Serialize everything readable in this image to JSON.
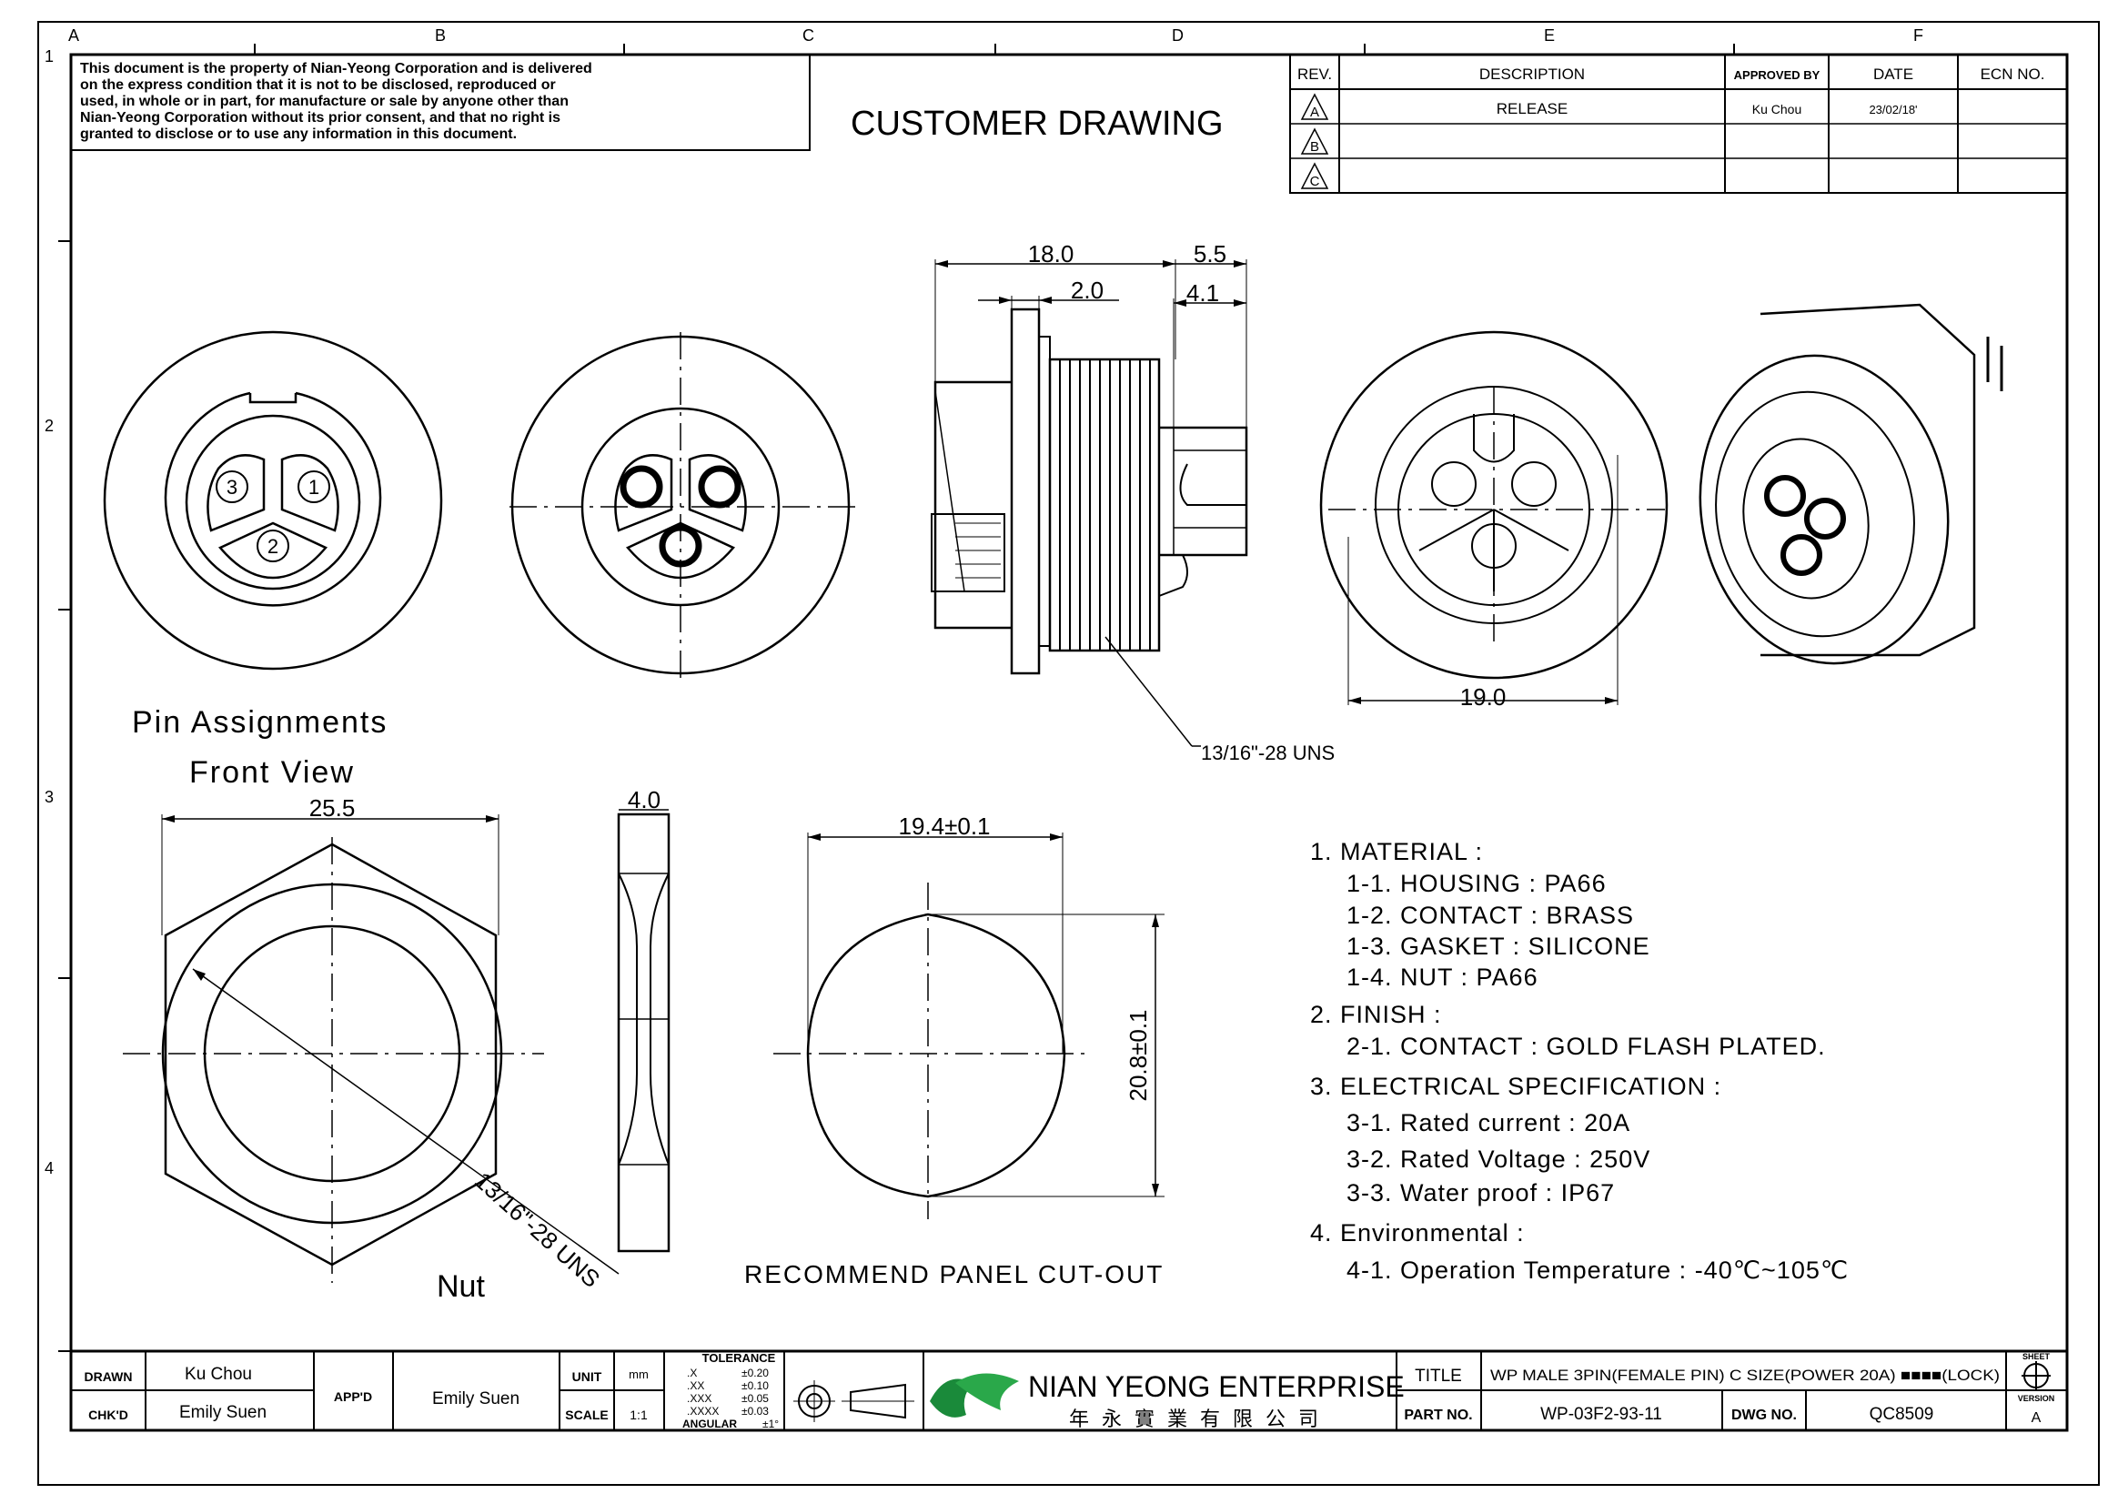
{
  "notice": {
    "lines": [
      "This document is the property of Nian-Yeong Corporation and is delivered",
      "on the express condition that it is not to be disclosed, reproduced or",
      "used, in whole or in part, for manufacture or sale by anyone other than",
      "Nian-Yeong Corporation without its prior consent, and that no right is",
      "granted to disclose or to use any information in this document."
    ]
  },
  "drawing_title": "CUSTOMER DRAWING",
  "grid": {
    "columns": [
      "A",
      "B",
      "C",
      "D",
      "E",
      "F"
    ],
    "rows": [
      "1",
      "2",
      "3",
      "4"
    ]
  },
  "revision_table": {
    "headers": [
      "REV.",
      "DESCRIPTION",
      "APPROVED BY",
      "DATE",
      "ECN NO."
    ],
    "rows": [
      {
        "rev": "A",
        "description": "RELEASE",
        "approved_by": "Ku Chou",
        "date": "23/02/18'",
        "ecn": ""
      },
      {
        "rev": "B",
        "description": "",
        "approved_by": "",
        "date": "",
        "ecn": ""
      },
      {
        "rev": "C",
        "description": "",
        "approved_by": "",
        "date": "",
        "ecn": ""
      }
    ]
  },
  "pin_view": {
    "pins": [
      "1",
      "2",
      "3"
    ],
    "label_line1": "Pin Assignments",
    "label_line2": "Front View"
  },
  "side_view": {
    "dim_overall": "18.0",
    "dim_flange": "2.0",
    "dim_right": "5.5",
    "dim_right_inner": "4.1",
    "thread_callout": "13/16\"-28 UNS"
  },
  "rear_view": {
    "dim_diameter": "19.0"
  },
  "nut": {
    "dim_width": "25.5",
    "dim_thickness": "4.0",
    "thread_callout": "13/16\"-28 UNS",
    "label": "Nut"
  },
  "cutout": {
    "dim_width": "19.4±0.1",
    "dim_height": "20.8±0.1",
    "label": "RECOMMEND PANEL CUT-OUT"
  },
  "specs": [
    "1. MATERIAL :",
    "1-1. HOUSING : PA66",
    "1-2. CONTACT : BRASS",
    "1-3. GASKET : SILICONE",
    "1-4. NUT : PA66",
    "2. FINISH :",
    "2-1. CONTACT : GOLD FLASH PLATED.",
    "3. ELECTRICAL SPECIFICATION :",
    "3-1. Rated current : 20A",
    "3-2. Rated Voltage : 250V",
    "3-3. Water proof : IP67",
    "4. Environmental :",
    "4-1. Operation Temperature : -40℃~105℃"
  ],
  "title_block": {
    "drawn_label": "DRAWN",
    "drawn_value": "Ku Chou",
    "chkd_label": "CHK'D",
    "chkd_value": "Emily Suen",
    "appd_label": "APP'D",
    "appd_value": "Emily Suen",
    "unit_label": "UNIT",
    "unit_value": "mm",
    "scale_label": "SCALE",
    "scale_value": "1:1",
    "tolerance": {
      "title": "TOLERANCE",
      "rows": [
        {
          "k": ".X",
          "v": "±0.20"
        },
        {
          "k": ".XX",
          "v": "±0.10"
        },
        {
          "k": ".XXX",
          "v": "±0.05"
        },
        {
          "k": ".XXXX",
          "v": "±0.03"
        },
        {
          "k": "ANGULAR",
          "v": "±1°"
        }
      ]
    },
    "company_en": "NIAN YEONG ENTERPRISE",
    "company_zh": "年永實業有限公司",
    "title_label": "TITLE",
    "title_value": "WP MALE 3PIN(FEMALE PIN) C SIZE(POWER 20A) ■■■■(LOCK)",
    "part_label": "PART NO.",
    "part_value": "WP-03F2-93-11",
    "dwg_label": "DWG NO.",
    "dwg_value": "QC8509",
    "sheet_label": "SHEET",
    "version_label": "VERSION",
    "version_value": "A"
  }
}
